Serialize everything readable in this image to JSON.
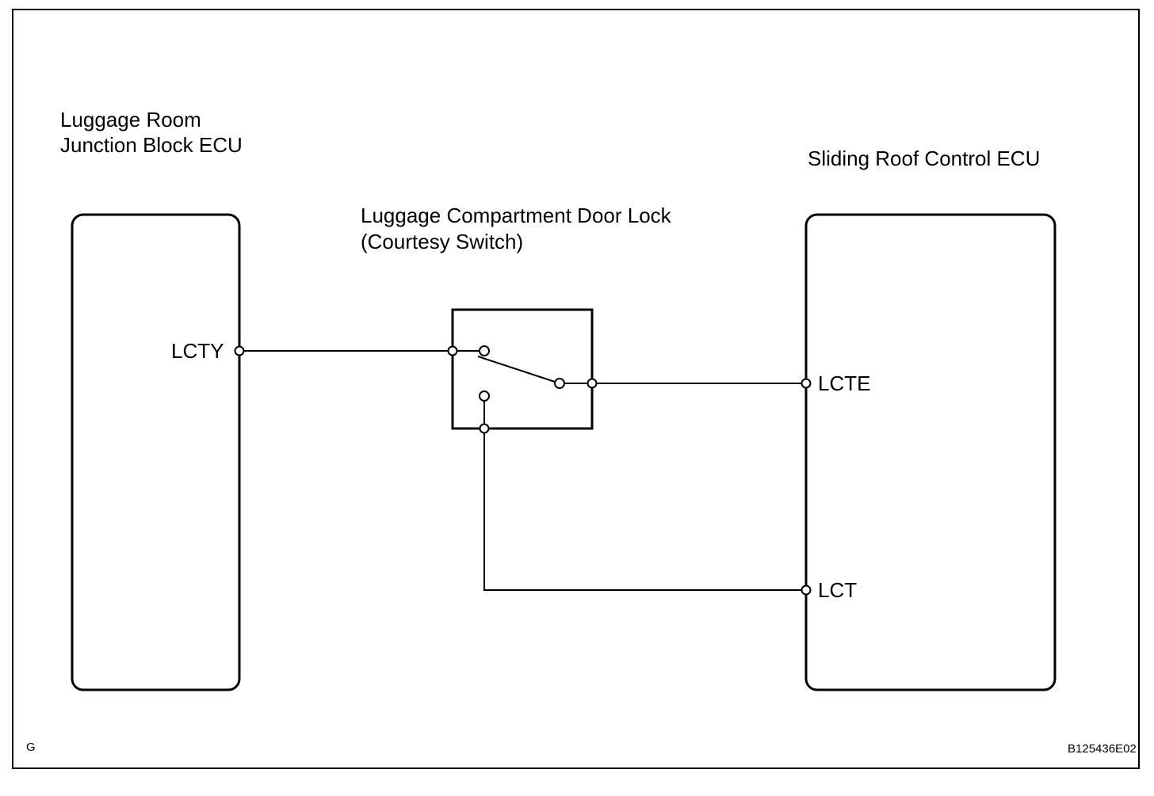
{
  "left_ecu": {
    "title_line1": "Luggage Room",
    "title_line2": "Junction Block ECU",
    "pin": "LCTY"
  },
  "switch": {
    "title_line1": "Luggage Compartment Door Lock",
    "title_line2": "(Courtesy Switch)"
  },
  "right_ecu": {
    "title": "Sliding Roof Control ECU",
    "pin_upper": "LCTE",
    "pin_lower": "LCT"
  },
  "corner_left": "G",
  "corner_right": "B125436E02"
}
